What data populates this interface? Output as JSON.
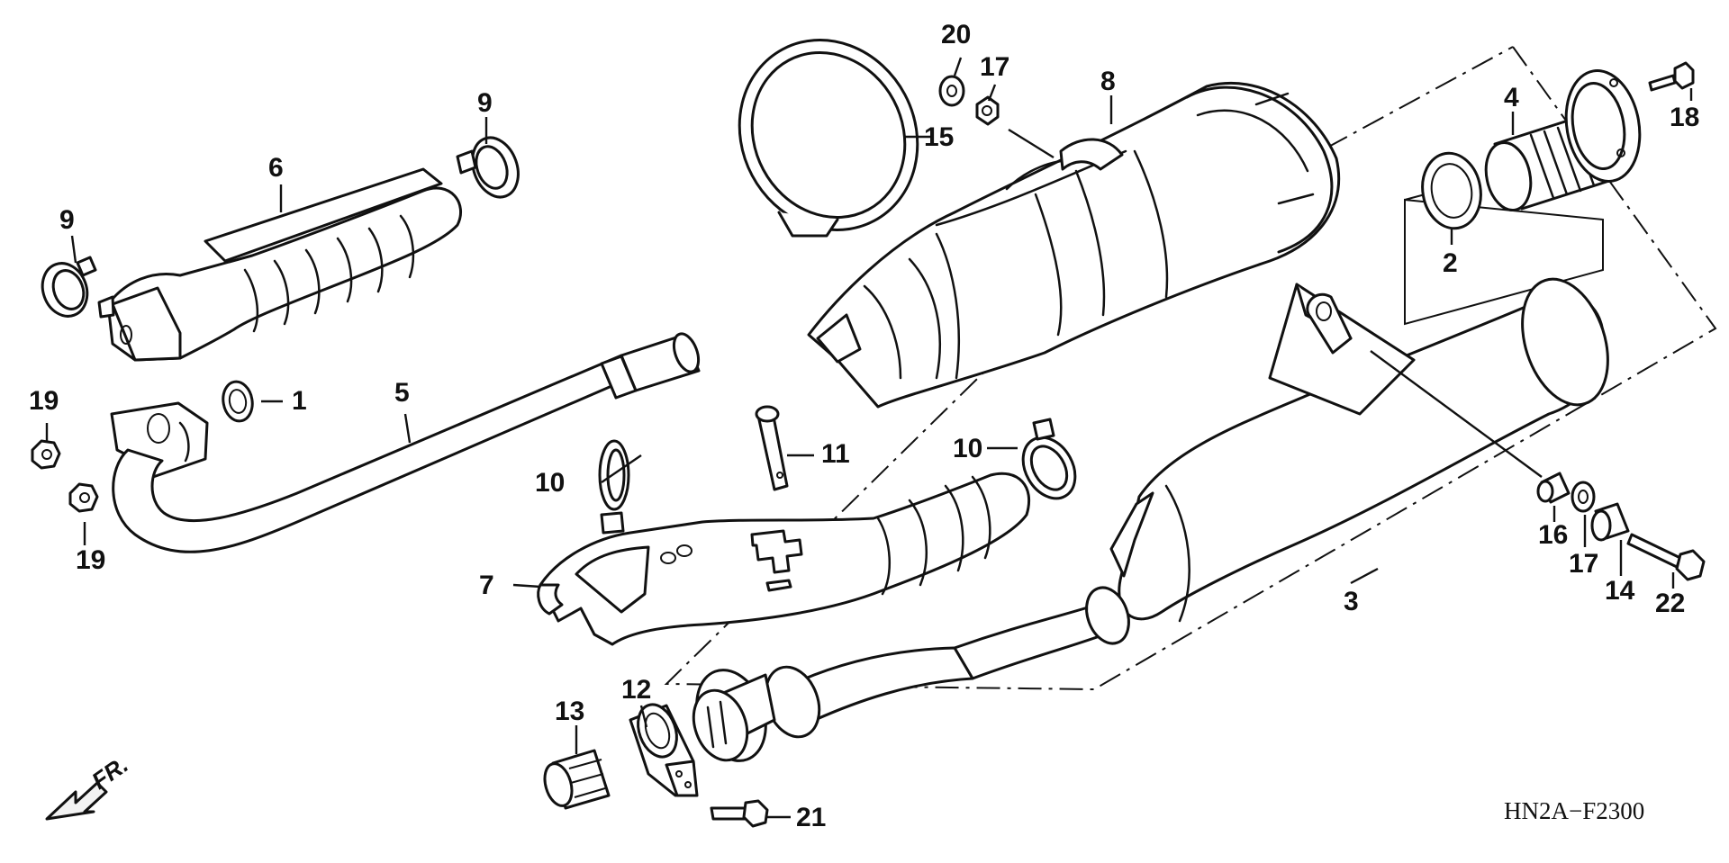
{
  "diagram": {
    "reference_code": "HN2A−F2300",
    "direction_label": "FR.",
    "callouts": [
      {
        "id": "c1",
        "label": "1"
      },
      {
        "id": "c2",
        "label": "2"
      },
      {
        "id": "c3",
        "label": "3"
      },
      {
        "id": "c4",
        "label": "4"
      },
      {
        "id": "c5",
        "label": "5"
      },
      {
        "id": "c6",
        "label": "6"
      },
      {
        "id": "c7",
        "label": "7"
      },
      {
        "id": "c8",
        "label": "8"
      },
      {
        "id": "c9a",
        "label": "9"
      },
      {
        "id": "c9b",
        "label": "9"
      },
      {
        "id": "c10a",
        "label": "10"
      },
      {
        "id": "c10b",
        "label": "10"
      },
      {
        "id": "c11",
        "label": "11"
      },
      {
        "id": "c12",
        "label": "12"
      },
      {
        "id": "c13",
        "label": "13"
      },
      {
        "id": "c14",
        "label": "14"
      },
      {
        "id": "c15",
        "label": "15"
      },
      {
        "id": "c16",
        "label": "16"
      },
      {
        "id": "c17a",
        "label": "17"
      },
      {
        "id": "c17b",
        "label": "17"
      },
      {
        "id": "c18",
        "label": "18"
      },
      {
        "id": "c19a",
        "label": "19"
      },
      {
        "id": "c19b",
        "label": "19"
      },
      {
        "id": "c20",
        "label": "20"
      },
      {
        "id": "c21",
        "label": "21"
      },
      {
        "id": "c22",
        "label": "22"
      }
    ]
  }
}
